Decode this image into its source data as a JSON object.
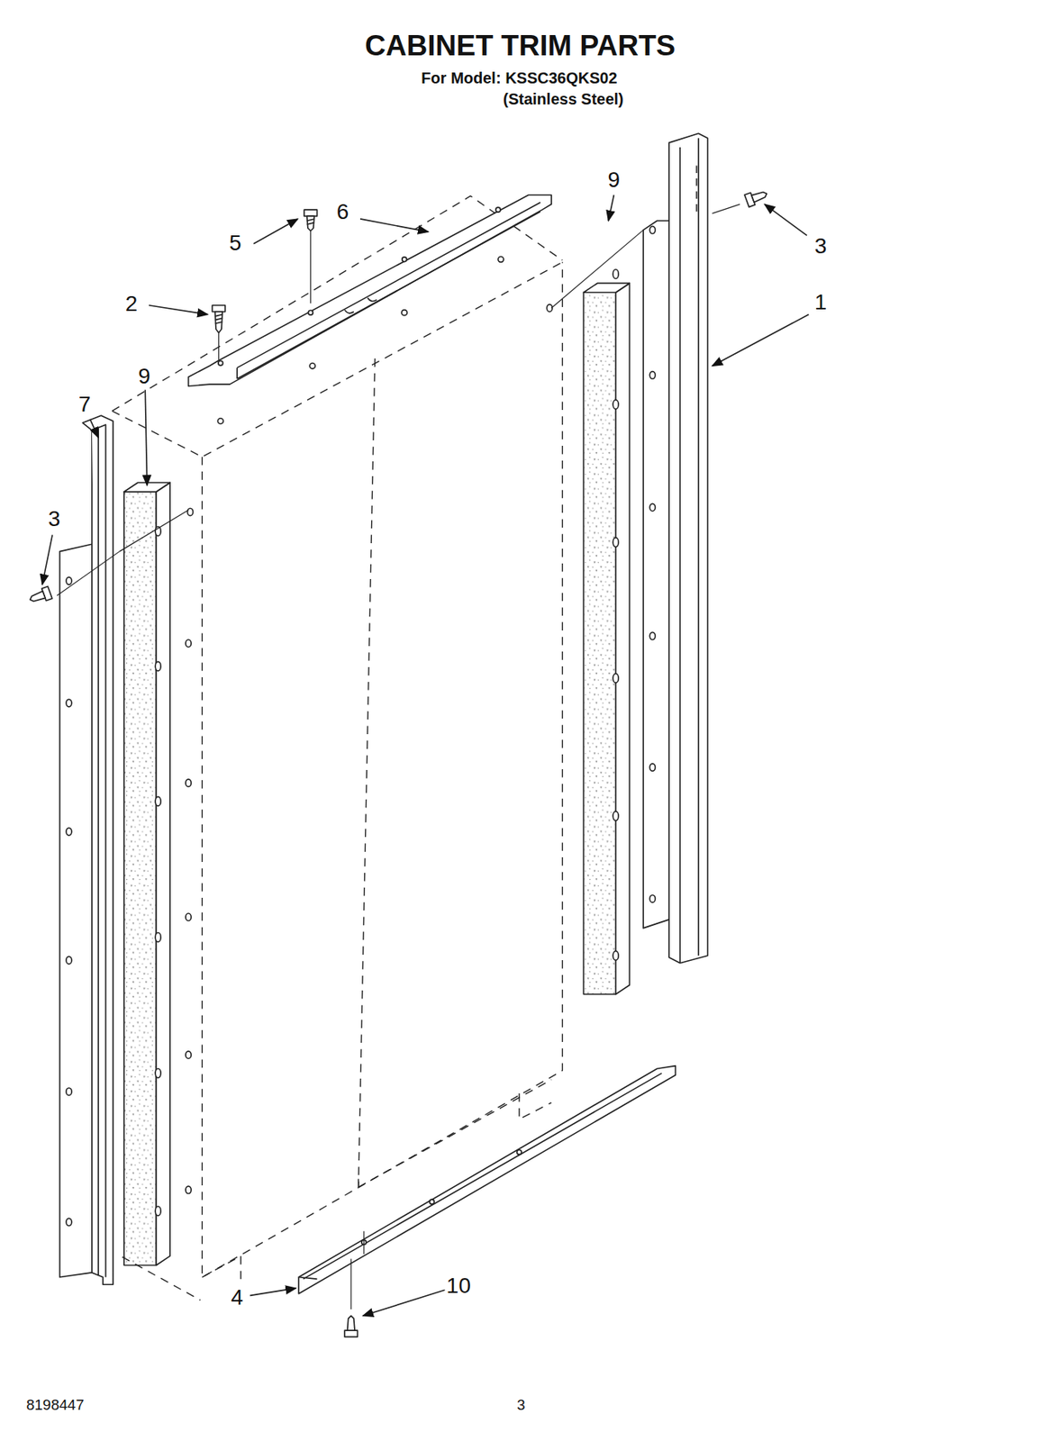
{
  "diagram": {
    "title": "CABINET TRIM PARTS",
    "labels": [
      "For Model: KSSC36QKS02",
      "(Stainless Steel)",
      "9",
      "6",
      "5",
      "3",
      "2",
      "1",
      "9",
      "7",
      "3",
      "10",
      "4",
      "8198447",
      "3"
    ]
  }
}
